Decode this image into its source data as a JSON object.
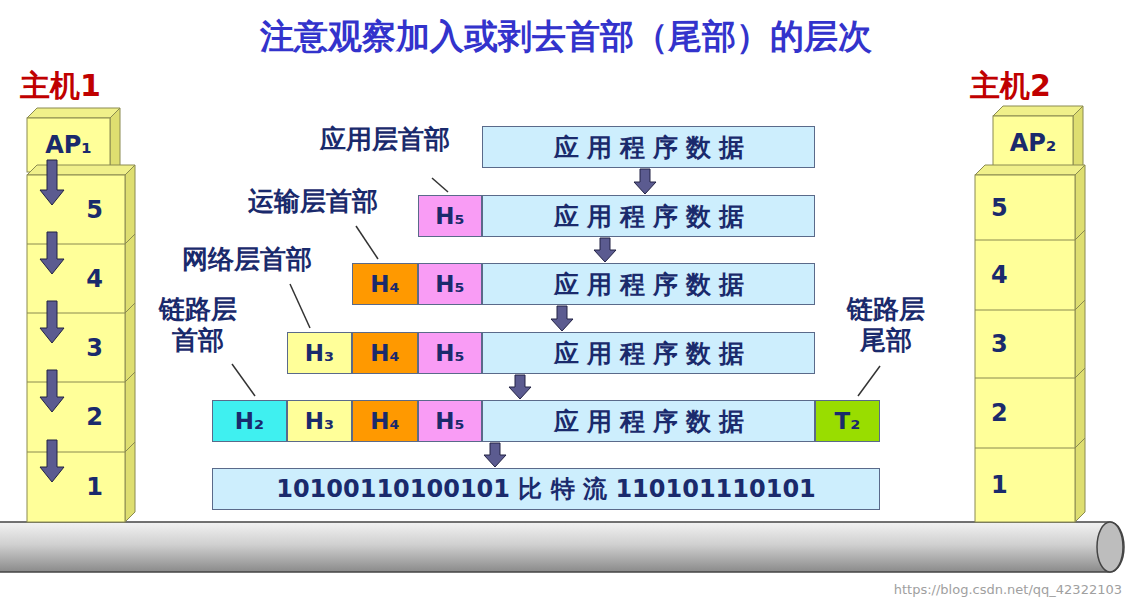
{
  "diagram": {
    "title": "注意观察加入或剥去首部（尾部）的层次",
    "nodes": [
      {
        "text": [
          "AP₁"
        ]
      },
      {
        "text": [
          "5"
        ]
      },
      {
        "text": [
          "4"
        ]
      },
      {
        "text": [
          "3"
        ]
      },
      {
        "text": [
          "2"
        ]
      },
      {
        "text": [
          "1"
        ]
      },
      {
        "text": [
          "AP₂"
        ]
      },
      {
        "text": [
          "5"
        ]
      },
      {
        "text": [
          "4"
        ]
      },
      {
        "text": [
          "3"
        ]
      },
      {
        "text": [
          "2"
        ]
      },
      {
        "text": [
          "1"
        ]
      },
      {
        "text": [
          "应用程序数据"
        ]
      },
      {
        "text": [
          "H₅"
        ]
      },
      {
        "text": [
          "应用程序数据"
        ]
      },
      {
        "text": [
          "H₄"
        ]
      },
      {
        "text": [
          "H₅"
        ]
      },
      {
        "text": [
          "应用程序数据"
        ]
      },
      {
        "text": [
          "H₃"
        ]
      },
      {
        "text": [
          "H₄"
        ]
      },
      {
        "text": [
          "H₅"
        ]
      },
      {
        "text": [
          "应用程序数据"
        ]
      },
      {
        "text": [
          "H₂"
        ]
      },
      {
        "text": [
          "H₃"
        ]
      },
      {
        "text": [
          "H₄"
        ]
      },
      {
        "text": [
          "H₅"
        ]
      },
      {
        "text": [
          "应用程序数据"
        ]
      },
      {
        "text": [
          "T₂"
        ]
      },
      {
        "text": [
          "10100110100101 比 特 流 110101110101"
        ]
      }
    ],
    "edges": [
      {
        "from": 0,
        "to": 1,
        "arrow": "to"
      },
      {
        "from": 1,
        "to": 2,
        "arrow": "to"
      },
      {
        "from": 2,
        "to": 3,
        "arrow": "to"
      },
      {
        "from": 3,
        "to": 4,
        "arrow": "to"
      },
      {
        "from": 4,
        "to": 5,
        "arrow": "to"
      },
      {
        "from": 12,
        "to": 14,
        "arrow": "to"
      },
      {
        "from": 14,
        "to": 17,
        "arrow": "to"
      },
      {
        "from": 17,
        "to": 21,
        "arrow": "to"
      },
      {
        "from": 21,
        "to": 26,
        "arrow": "to"
      },
      {
        "from": 26,
        "to": 28,
        "arrow": "to"
      }
    ],
    "labels": [
      "主机1",
      "主机2",
      "应用层首部",
      "运输层首部",
      "网络层首部",
      "链路层首部",
      "链路层尾部",
      "https://blog.csdn.net/qq_42322103"
    ]
  }
}
